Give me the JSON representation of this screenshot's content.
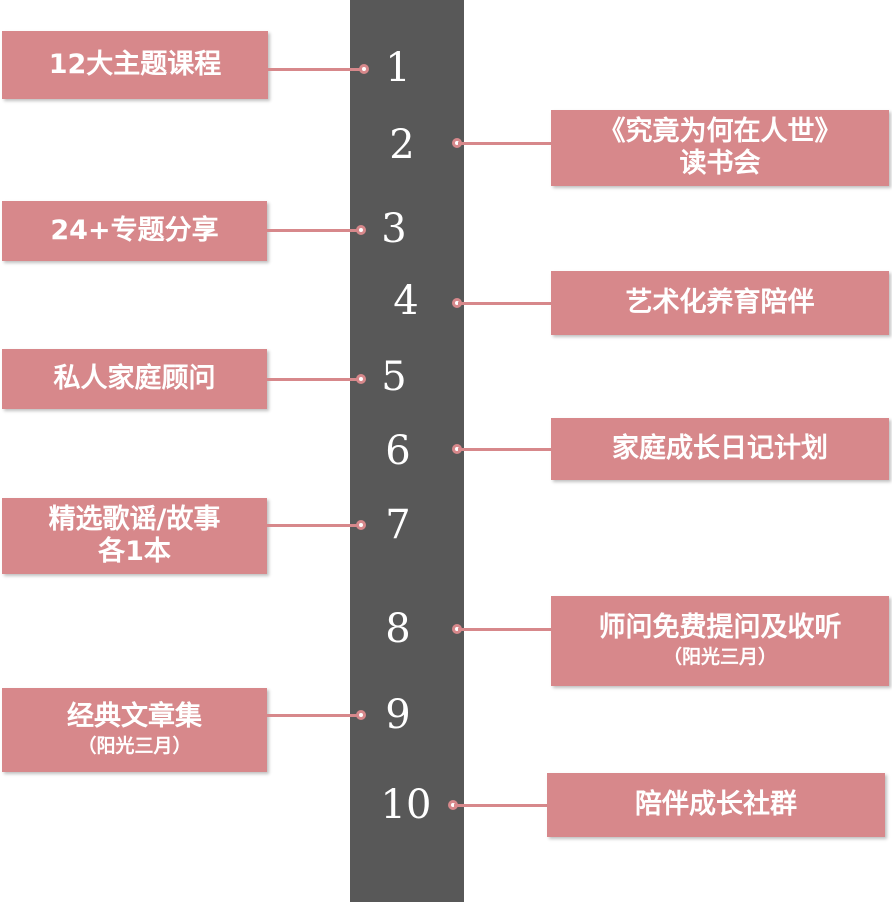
{
  "items": [
    {
      "num": "1",
      "label": "12大主题课程",
      "sub": ""
    },
    {
      "num": "2",
      "label": "《究竟为何在人世》",
      "label2": "读书会",
      "sub": ""
    },
    {
      "num": "3",
      "label": "24+专题分享",
      "sub": ""
    },
    {
      "num": "4",
      "label": "艺术化养育陪伴",
      "sub": ""
    },
    {
      "num": "5",
      "label": "私人家庭顾问",
      "sub": ""
    },
    {
      "num": "6",
      "label": "家庭成长日记计划",
      "sub": ""
    },
    {
      "num": "7",
      "label": "精选歌谣/故事",
      "label2": "各1本",
      "sub": ""
    },
    {
      "num": "8",
      "label": "师问免费提问及收听",
      "sub": "（阳光三月）"
    },
    {
      "num": "9",
      "label": "经典文章集",
      "sub": "（阳光三月）"
    },
    {
      "num": "10",
      "label": "陪伴成长社群",
      "sub": ""
    }
  ],
  "colors": {
    "spine": "#585858",
    "box": "#d7888b",
    "text": "#ffffff"
  }
}
